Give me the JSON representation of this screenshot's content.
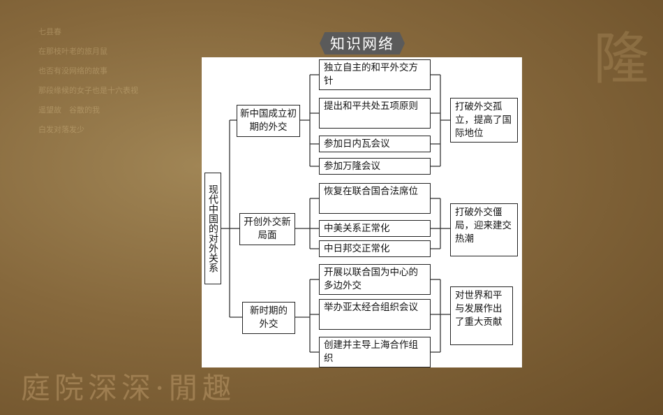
{
  "background": {
    "poem_lines": [
      "七县春",
      "在那枝叶老的旅月鼠",
      "也否有没网络的故事",
      "那段缘候的女子也是十六表视",
      "遥望故　谷散的我",
      "白发对落发少"
    ],
    "calligraphy": "庭院深深·閒趣",
    "seal": "隆"
  },
  "title": "知识网络",
  "diagram": {
    "root": "现代中国的对外关系",
    "periods": [
      {
        "label": "新中国成立初期的外交",
        "events": [
          "独立自主的和平外交方针",
          "提出和平共处五项原则",
          "参加日内瓦会议",
          "参加万隆会议"
        ],
        "result": "打破外交孤立，提高了国际地位"
      },
      {
        "label": "开创外交新局面",
        "events": [
          "恢复在联合国合法席位",
          "中美关系正常化",
          "中日邦交正常化"
        ],
        "result": "打破外交僵局，迎来建交热潮"
      },
      {
        "label": "新时期的外交",
        "events": [
          "开展以联合国为中心的多边外交",
          "举办亚太经合组织会议",
          "创建并主导上海合作组织"
        ],
        "result": "对世界和平与发展作出了重大贡献"
      }
    ]
  }
}
